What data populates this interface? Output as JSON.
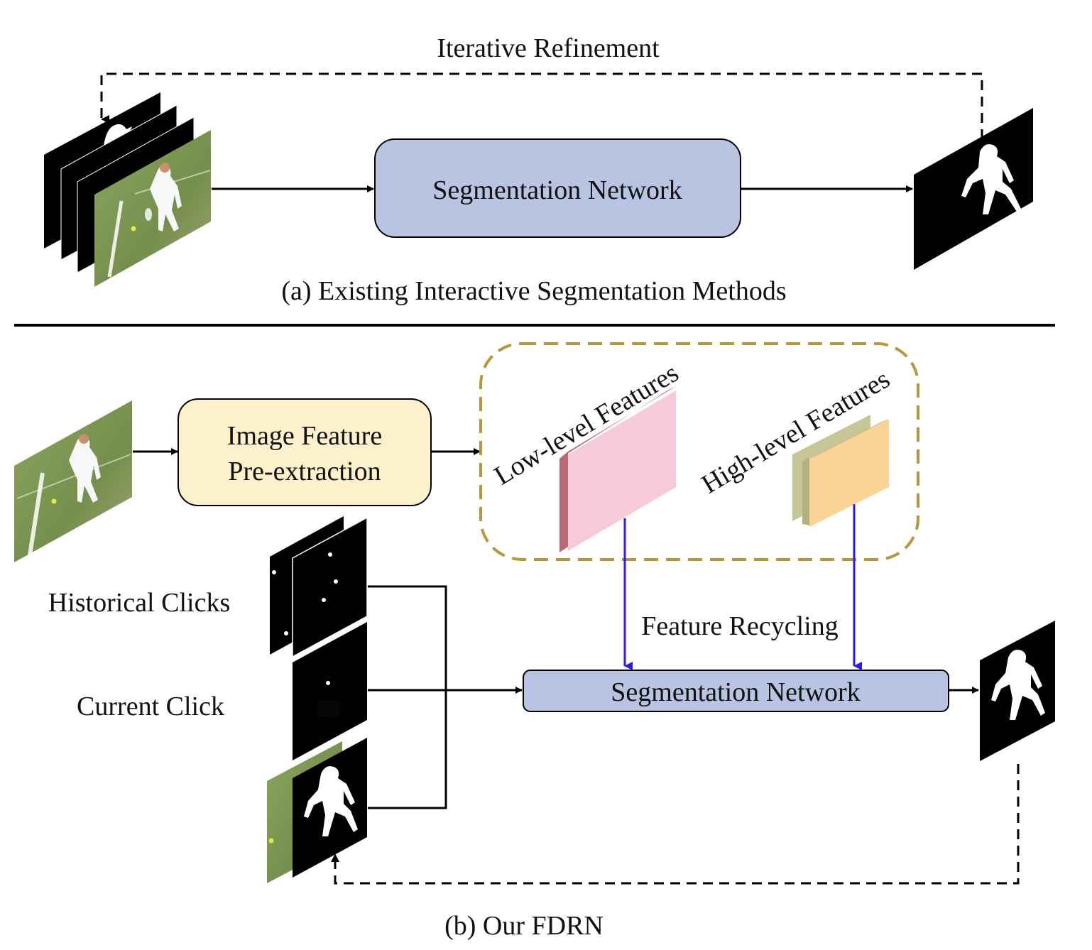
{
  "panel_a": {
    "title": "Iterative Refinement",
    "network_label": "Segmentation Network",
    "caption": "(a) Existing Interactive Segmentation Methods"
  },
  "panel_b": {
    "extractor_line1": "Image Feature",
    "extractor_line2": "Pre-extraction",
    "low_level_label": "Low-level Features",
    "high_level_label": "High-level Features",
    "historical_clicks_label": "Historical Clicks",
    "current_click_label": "Current Click",
    "feature_recycling_label": "Feature Recycling",
    "network_label": "Segmentation Network",
    "caption": "(b) Our FDRN"
  },
  "colors": {
    "network_fill": "#b8c4e2",
    "extractor_fill": "#fcf1cb",
    "dashed_box": "#b8963a",
    "low_level_front": "#f6cad6",
    "low_level_side": "#b86a74",
    "high_level_front": "#f8d597",
    "high_level_back": "#c6c696",
    "recycle_arrow": "#2a1aec",
    "photo_grass": "#7c9a52"
  }
}
